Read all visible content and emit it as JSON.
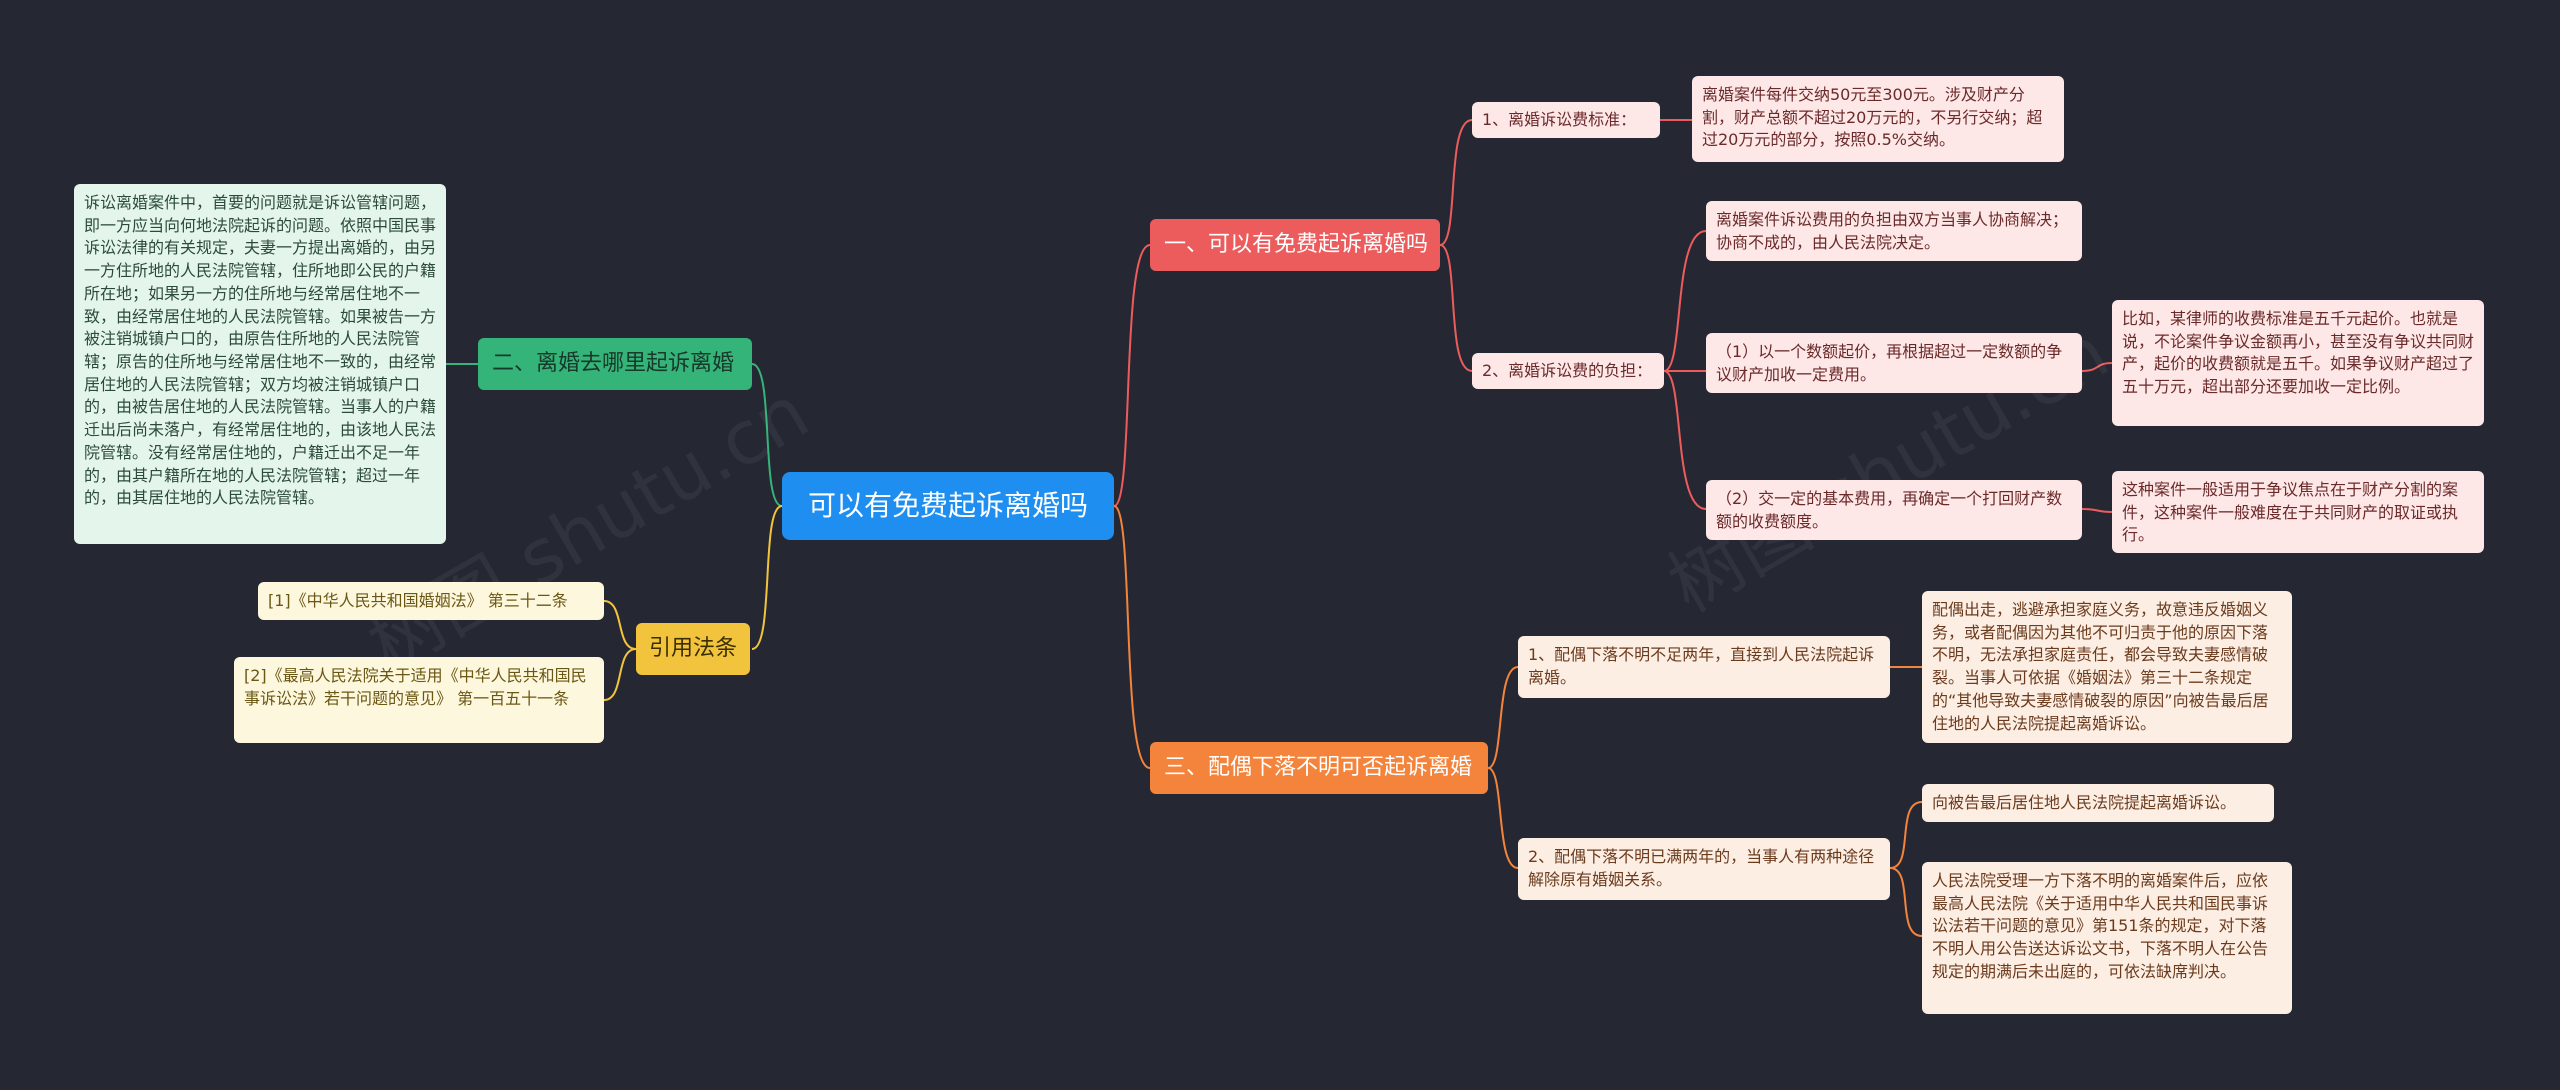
{
  "root": "可以有免费起诉离婚吗",
  "branches": {
    "b1": {
      "label": "一、可以有免费起诉离婚吗",
      "c1": {
        "label": "1、离婚诉讼费标准：",
        "detail": "离婚案件每件交纳50元至300元。涉及财产分割，财产总额不超过20万元的，不另行交纳；超过20万元的部分，按照0.5%交纳。"
      },
      "c2": {
        "label": "2、离婚诉讼费的负担：",
        "s1": "离婚案件诉讼费用的负担由双方当事人协商解决；协商不成的，由人民法院决定。",
        "s2": "（1）以一个数额起价，再根据超过一定数额的争议财产加收一定费用。",
        "s2_detail": "比如，某律师的收费标准是五千元起价。也就是说，不论案件争议金额再小，甚至没有争议共同财产，起价的收费额就是五千。如果争议财产超过了五十万元，超出部分还要加收一定比例。",
        "s3": "（2）交一定的基本费用，再确定一个打回财产数额的收费额度。",
        "s3_detail": "这种案件一般适用于争议焦点在于财产分割的案件，这种案件一般难度在于共同财产的取证或执行。"
      }
    },
    "b2": {
      "label": "二、离婚去哪里起诉离婚",
      "detail": "诉讼离婚案件中，首要的问题就是诉讼管辖问题，即一方应当向何地法院起诉的问题。依照中国民事诉讼法律的有关规定，夫妻一方提出离婚的，由另一方住所地的人民法院管辖，住所地即公民的户籍所在地；如果另一方的住所地与经常居住地不一致，由经常居住地的人民法院管辖。如果被告一方被注销城镇户口的，由原告住所地的人民法院管辖；原告的住所地与经常居住地不一致的，由经常居住地的人民法院管辖；双方均被注销城镇户口的，由被告居住地的人民法院管辖。当事人的户籍迁出后尚未落户，有经常居住地的，由该地人民法院管辖。没有经常居住地的，户籍迁出不足一年的，由其户籍所在地的人民法院管辖；超过一年的，由其居住地的人民法院管辖。"
    },
    "b3": {
      "label": "三、配偶下落不明可否起诉离婚",
      "c1": {
        "label": "1、配偶下落不明不足两年，直接到人民法院起诉离婚。",
        "detail": "配偶出走，逃避承担家庭义务，故意违反婚姻义务，或者配偶因为其他不可归责于他的原因下落不明，无法承担家庭责任，都会导致夫妻感情破裂。当事人可依据《婚姻法》第三十二条规定的“其他导致夫妻感情破裂的原因”向被告最后居住地的人民法院提起离婚诉讼。"
      },
      "c2": {
        "label": "2、配偶下落不明已满两年的，当事人有两种途径解除原有婚姻关系。",
        "s1": "向被告最后居住地人民法院提起离婚诉讼。",
        "s2": "人民法院受理一方下落不明的离婚案件后，应依最高人民法院《关于适用中华人民共和国民事诉讼法若干问题的意见》第151条的规定，对下落不明人用公告送达诉讼文书，下落不明人在公告规定的期满后未出庭的，可依法缺席判决。"
      }
    },
    "b4": {
      "label": "引用法条",
      "s1": "[1]《中华人民共和国婚姻法》 第三十二条",
      "s2": "[2]《最高人民法院关于适用《中华人民共和国民事诉讼法》若干问题的意见》 第一百五十一条"
    }
  },
  "watermark": "树图 shutu.cn",
  "colors": {
    "background": "#252833",
    "root": "#1f8ef1",
    "branch1": "#ec5c5c",
    "branch2": "#35b479",
    "branch3": "#f4833b",
    "branch4": "#f2c43e"
  }
}
